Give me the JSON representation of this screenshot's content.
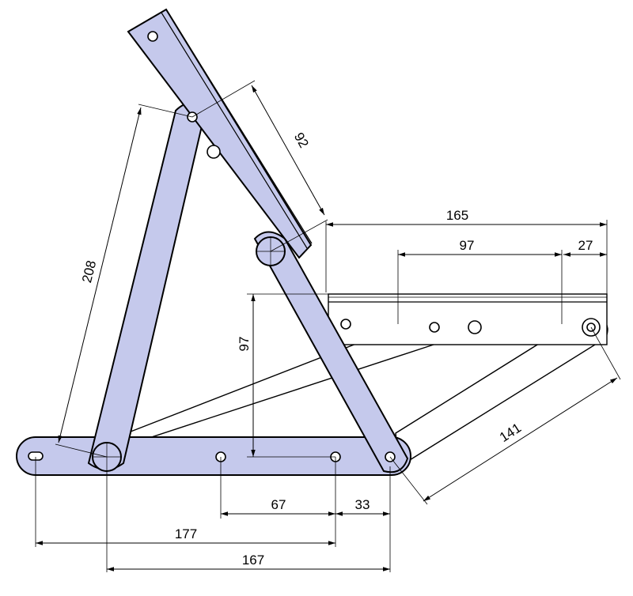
{
  "diagram": {
    "colors": {
      "link_fill": "#c5c9ec",
      "outline": "#000000",
      "background": "#ffffff"
    },
    "dimensions": {
      "d208": "208",
      "d92": "92",
      "d165": "165",
      "d97_top": "97",
      "d27": "27",
      "d97_vertical": "97",
      "d141": "141",
      "d67": "67",
      "d33": "33",
      "d177": "177",
      "d167": "167"
    }
  }
}
